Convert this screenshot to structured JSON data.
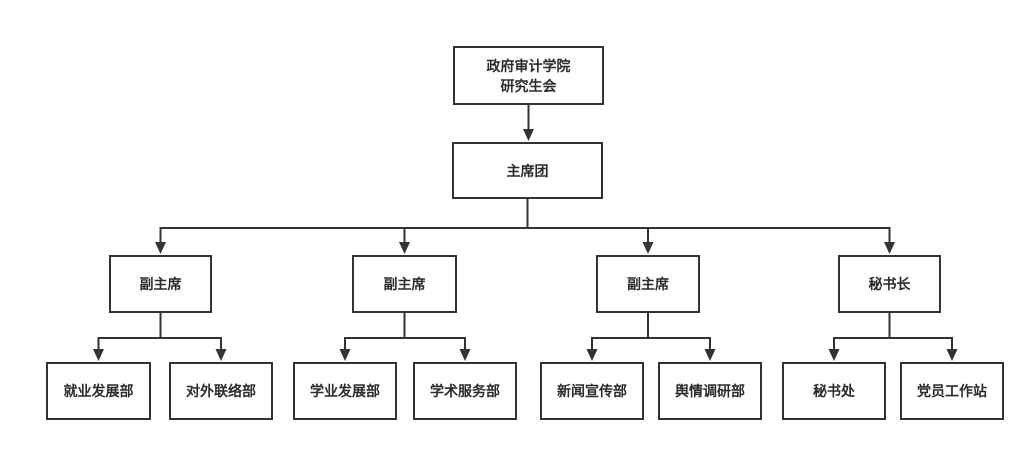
{
  "org_chart": {
    "nodes": [
      {
        "id": "root",
        "label": "政府审计学院\n研究生会",
        "level": 1
      },
      {
        "id": "presidium",
        "label": "主席团",
        "level": 2
      },
      {
        "id": "vice-chair-1",
        "label": "副主席",
        "level": 3
      },
      {
        "id": "vice-chair-2",
        "label": "副主席",
        "level": 3
      },
      {
        "id": "vice-chair-3",
        "label": "副主席",
        "level": 3
      },
      {
        "id": "secretary-general",
        "label": "秘书长",
        "level": 3
      },
      {
        "id": "dept-employment-development",
        "label": "就业发展部",
        "level": 4
      },
      {
        "id": "dept-external-liaison",
        "label": "对外联络部",
        "level": 4
      },
      {
        "id": "dept-academic-development",
        "label": "学业发展部",
        "level": 4
      },
      {
        "id": "dept-academic-service",
        "label": "学术服务部",
        "level": 4
      },
      {
        "id": "dept-news-publicity",
        "label": "新闻宣传部",
        "level": 4
      },
      {
        "id": "dept-opinion-research",
        "label": "舆情调研部",
        "level": 4
      },
      {
        "id": "secretariat",
        "label": "秘书处",
        "level": 4
      },
      {
        "id": "party-member-workstation",
        "label": "党员工作站",
        "level": 4
      }
    ],
    "edges": [
      {
        "from": "root",
        "to": "presidium"
      },
      {
        "from": "presidium",
        "to": "vice-chair-1"
      },
      {
        "from": "presidium",
        "to": "vice-chair-2"
      },
      {
        "from": "presidium",
        "to": "vice-chair-3"
      },
      {
        "from": "presidium",
        "to": "secretary-general"
      },
      {
        "from": "vice-chair-1",
        "to": "dept-employment-development"
      },
      {
        "from": "vice-chair-1",
        "to": "dept-external-liaison"
      },
      {
        "from": "vice-chair-2",
        "to": "dept-academic-development"
      },
      {
        "from": "vice-chair-2",
        "to": "dept-academic-service"
      },
      {
        "from": "vice-chair-3",
        "to": "dept-news-publicity"
      },
      {
        "from": "vice-chair-3",
        "to": "dept-opinion-research"
      },
      {
        "from": "secretary-general",
        "to": "secretariat"
      },
      {
        "from": "secretary-general",
        "to": "party-member-workstation"
      }
    ],
    "colors": {
      "line": "#333333",
      "box_border": "#333333",
      "box_background": "#ffffff",
      "text": "#2b2b2b",
      "page_background": "#ffffff"
    }
  }
}
